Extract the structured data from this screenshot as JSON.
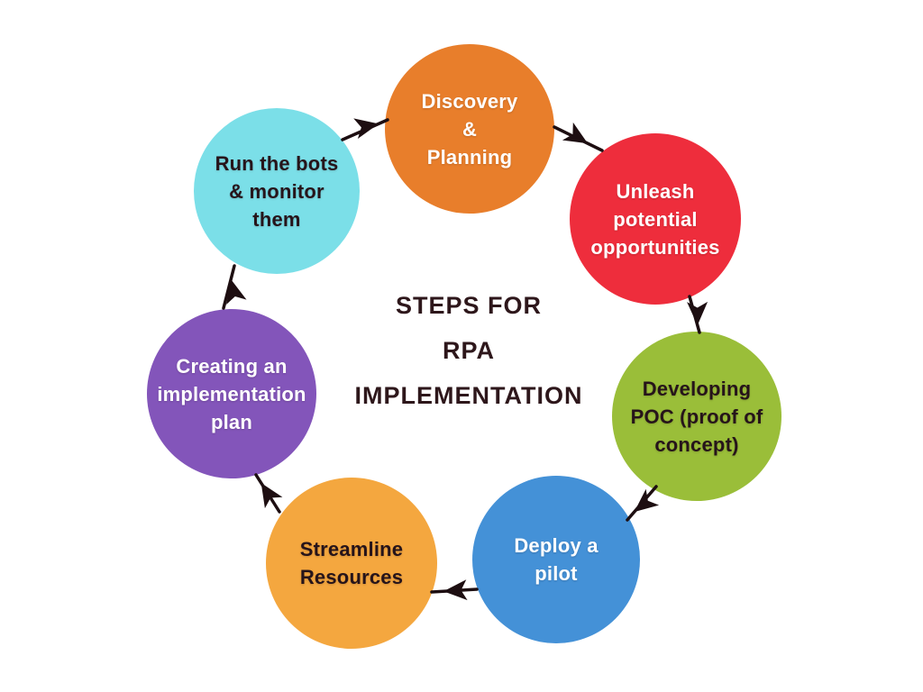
{
  "diagram": {
    "title_lines": [
      "STEPS FOR",
      "RPA",
      "IMPLEMENTATION"
    ],
    "title_color": "#2E171B",
    "arrow_color": "#1D0E11",
    "background_color": "#FFFFFF",
    "steps": [
      {
        "id": "discovery-planning",
        "label_lines": [
          "Discovery",
          "&",
          "Planning"
        ],
        "circle_color": "#E87E2B",
        "text_color": "#FFFFFF"
      },
      {
        "id": "unleash-potential-opportunities",
        "label_lines": [
          "Unleash",
          "potential",
          "opportunities"
        ],
        "circle_color": "#EE2D3C",
        "text_color": "#FFFFFF"
      },
      {
        "id": "developing-poc",
        "label_lines": [
          "Developing",
          "POC (proof of",
          "concept)"
        ],
        "circle_color": "#9ABE39",
        "text_color": "#26141A"
      },
      {
        "id": "deploy-a-pilot",
        "label_lines": [
          "Deploy a",
          "pilot"
        ],
        "circle_color": "#4491D7",
        "text_color": "#FFFFFF"
      },
      {
        "id": "streamline-resources",
        "label_lines": [
          "Streamline",
          "Resources"
        ],
        "circle_color": "#F4A73F",
        "text_color": "#26141A"
      },
      {
        "id": "creating-an-implementation-plan",
        "label_lines": [
          "Creating an",
          "implementation",
          "plan"
        ],
        "circle_color": "#8355BA",
        "text_color": "#FFFFFF"
      },
      {
        "id": "run-the-bots-and-monitor-them",
        "label_lines": [
          "Run the bots",
          "& monitor",
          "them"
        ],
        "circle_color": "#7BDFE8",
        "text_color": "#26141A"
      }
    ],
    "flow_order": [
      "discovery-planning",
      "unleash-potential-opportunities",
      "developing-poc",
      "deploy-a-pilot",
      "streamline-resources",
      "creating-an-implementation-plan",
      "run-the-bots-and-monitor-them",
      "discovery-planning"
    ]
  }
}
